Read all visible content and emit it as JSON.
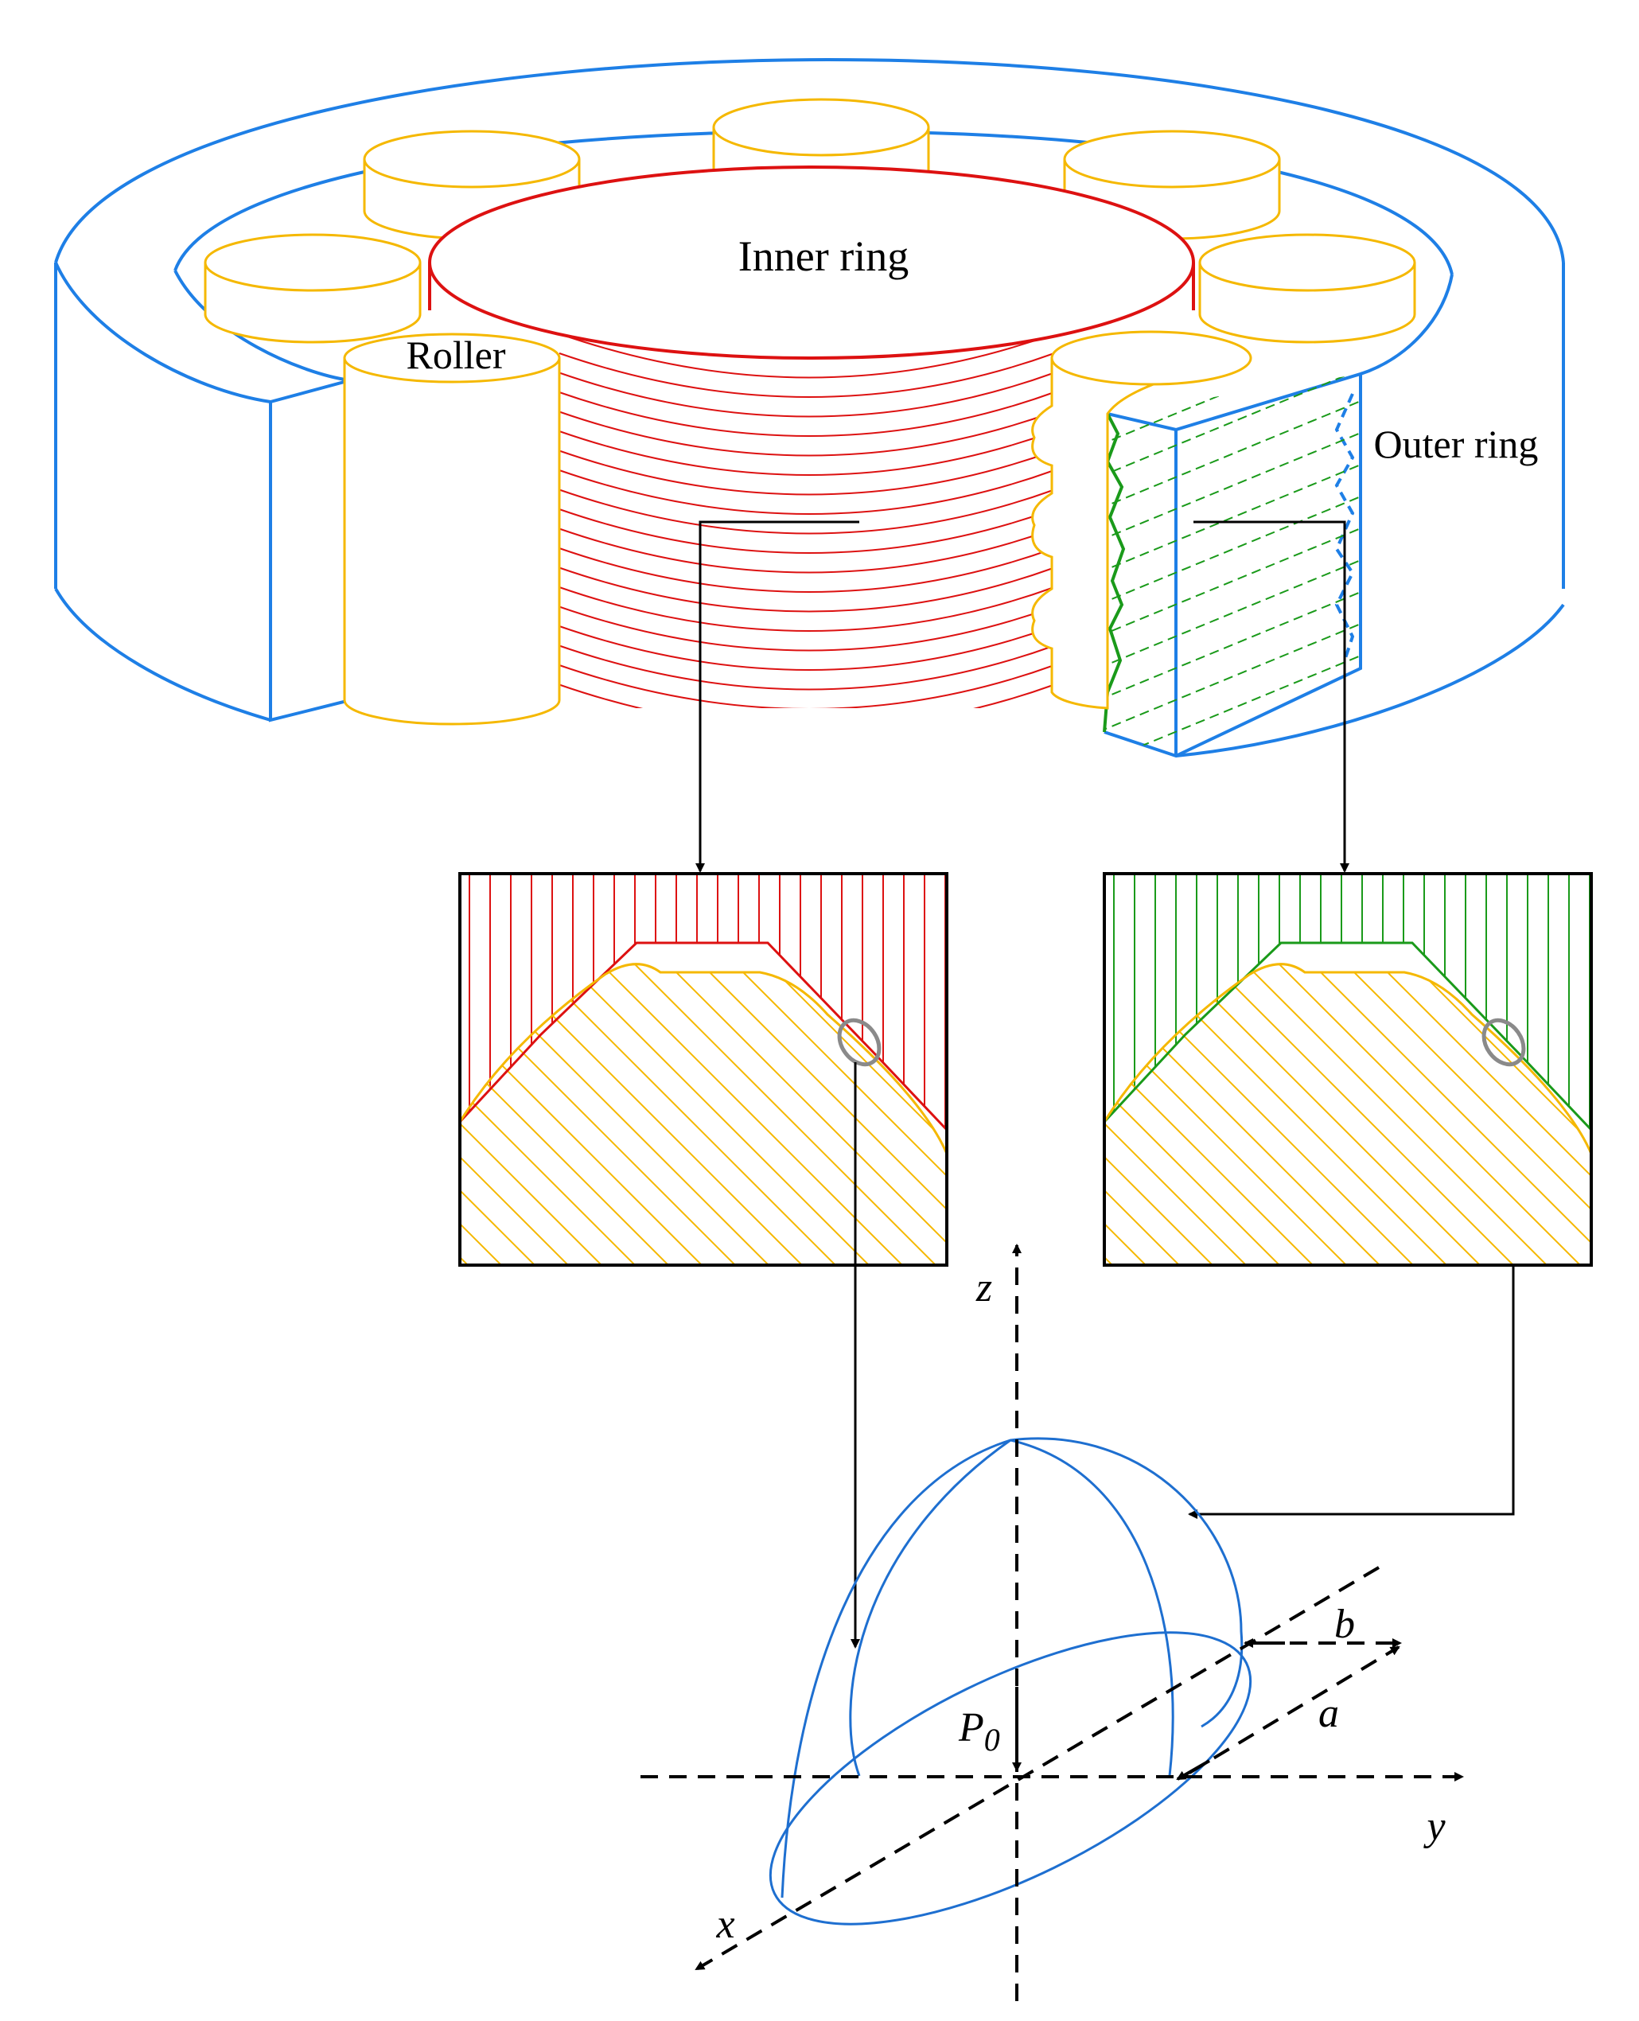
{
  "labels": {
    "inner_ring": "Inner ring",
    "roller": "Roller",
    "outer_ring": "Outer ring"
  },
  "axes": {
    "z": "z",
    "y": "y",
    "x": "x",
    "a": "a",
    "b": "b",
    "p0_main": "P",
    "p0_sub": "0"
  },
  "colors": {
    "outer_ring": "#1e7fe6",
    "inner_ring": "#dd1111",
    "roller": "#f5b800",
    "outer_hatch": "#1a9a1a",
    "contact_ellipse": "#1e6fd0",
    "contact_spot": "#8a8a8a",
    "leader": "#000000"
  }
}
